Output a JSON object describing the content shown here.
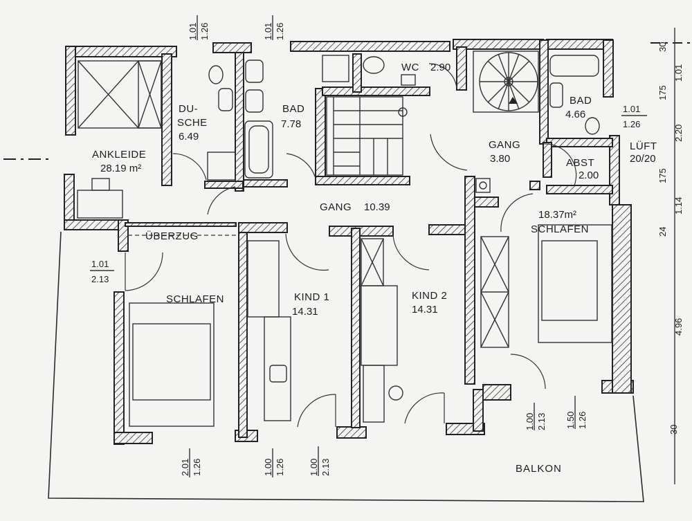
{
  "rooms": {
    "ankleide": {
      "name": "ANKLEIDE",
      "area": "28.19 m²"
    },
    "dusche": {
      "name1": "DU-",
      "name2": "SCHE",
      "area": "6.49"
    },
    "bad": {
      "name": "BAD",
      "area": "7.78"
    },
    "wc": {
      "name": "WC",
      "area": "2.90"
    },
    "bad2": {
      "name": "BAD",
      "area": "4.66"
    },
    "gang_small": {
      "name": "GANG",
      "area": "3.80"
    },
    "abst": {
      "name": "ABST",
      "area": "2.00"
    },
    "gang_main": {
      "name": "GANG",
      "area": "10.39"
    },
    "schlafen_left": {
      "name": "SCHLAFEN"
    },
    "kind1": {
      "name": "KIND 1",
      "area": "14.31"
    },
    "kind2": {
      "name": "KIND 2",
      "area": "14.31"
    },
    "schlafen_right": {
      "name": "SCHLAFEN",
      "area": "18.37m²"
    },
    "balkon": {
      "name": "BALKON"
    }
  },
  "labels": {
    "ueberzug": "ÜBERZUG",
    "lueft_label": "LÜFT",
    "lueft_size": "20/20"
  },
  "dimensions": {
    "top1": {
      "a": "1.01",
      "b": "1.26"
    },
    "top2": {
      "a": "1.01",
      "b": "1.26"
    },
    "right_bath": {
      "a": "1.01",
      "b": "1.26"
    },
    "door_left": {
      "a": "1.01",
      "b": "2.13"
    },
    "bottom1": {
      "a": "2.01",
      "b": "1.26"
    },
    "bottom2": {
      "a": "1.00",
      "b": "1.26"
    },
    "bottom3": {
      "a": "1.00",
      "b": "2.13"
    },
    "bottom4": {
      "a": "1.00",
      "b": "2.13"
    },
    "bottom5": {
      "a": "1.50",
      "b": "1.26"
    },
    "side": [
      "30",
      "1.01",
      "175",
      "2.20",
      "175",
      "1.14",
      "24",
      "4.96",
      "30"
    ]
  }
}
